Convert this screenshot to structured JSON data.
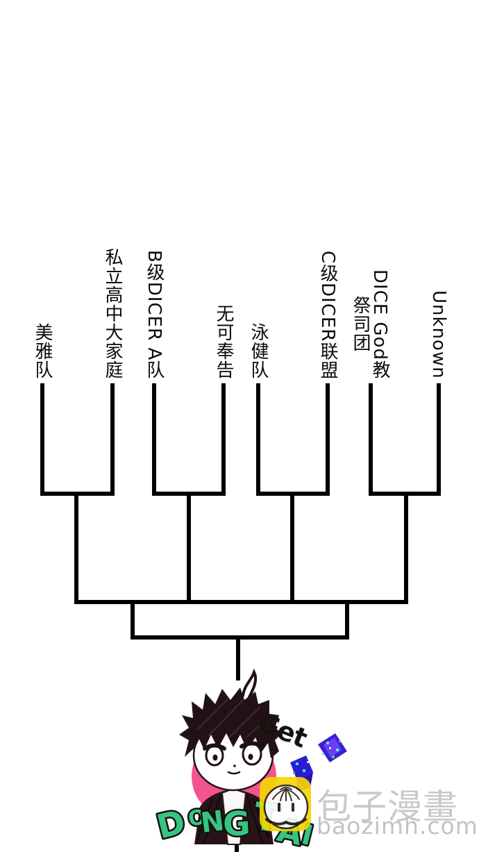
{
  "bracket": {
    "title_hint": "tournament-bracket-8-teams",
    "teams": [
      "美雅队",
      "私立高中大家庭",
      "B级DICER A队",
      "无可奉告",
      "泳健队",
      "C级DICER联盟",
      "DICE God教\n祭司团",
      "Unknown"
    ]
  },
  "illustration": {
    "get_text": "Get",
    "dong_tai": "DONGTAI",
    "colors": {
      "line_black": "#000000",
      "circle_pink": "#f2548f",
      "letter_green": "#35c580",
      "dice_blue": "#2d1bd2",
      "dice_purple": "#6e3cf2",
      "logo_yellow": "#f6d505"
    }
  },
  "watermark": {
    "site_name": "包子漫畫",
    "site_url": "baozimh.com"
  }
}
